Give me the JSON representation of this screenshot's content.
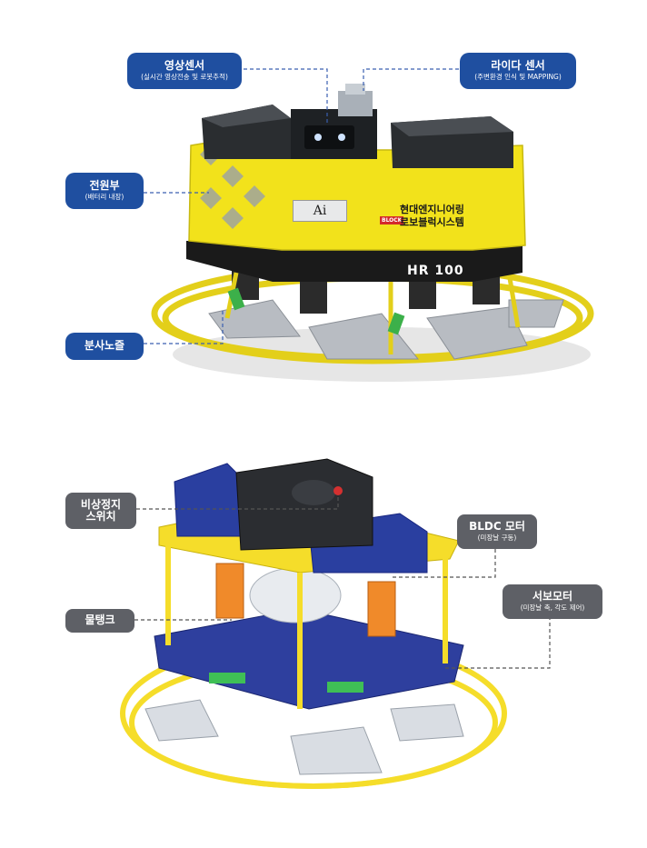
{
  "top_callouts": {
    "video_sensor": {
      "title": "영상센서",
      "sub": "(실시간 영상전송 및 로봇추적)"
    },
    "lidar_sensor": {
      "title": "라이다 센서",
      "sub": "(주변환경 인식 및 MAPPING)"
    },
    "power": {
      "title": "전원부",
      "sub": "(배터리 내장)"
    },
    "spray_nozzle": {
      "title": "분사노즐"
    }
  },
  "robot_labels": {
    "ai_badge": "Ai",
    "company_1": "현대엔지니어링",
    "company_2": "로보블럭시스템",
    "block_logo": "BLOCK",
    "model": "HR 100"
  },
  "bottom_callouts": {
    "emergency_stop": {
      "title_1": "비상정지",
      "title_2": "스위치"
    },
    "water_tank": {
      "title": "물탱크"
    },
    "bldc_motor": {
      "title": "BLDC 모터",
      "sub": "(미장날 구동)"
    },
    "servo_motor": {
      "title": "서보모터",
      "sub": "(미장날 축, 각도 제어)"
    }
  },
  "colors": {
    "callout_blue": "#1f4fa0",
    "callout_gray": "#5e6066",
    "robot_yellow": "#f2e21b",
    "frame_yellow": "#f5dd2a",
    "cad_blue": "#2e3f9e",
    "cad_orange": "#f08a2a"
  }
}
